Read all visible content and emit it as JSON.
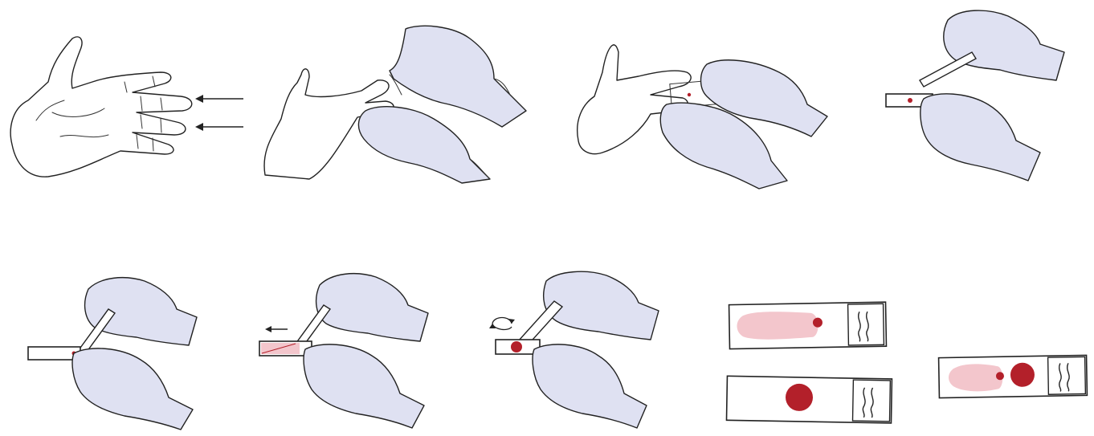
{
  "figure": {
    "description_steps": [
      "finger-selection",
      "finger-prick",
      "blood-drop-on-slide",
      "slide-with-drop",
      "spreader-contact",
      "spreading-thin-smear",
      "spreading-thick-smear",
      "finished-slides",
      "combined-slide"
    ]
  },
  "colors": {
    "glove": "#dfe1f2",
    "blood": "#b3202a",
    "smear": "#f3c6cc",
    "line": "#222222"
  },
  "icons": {
    "arrow": "left-arrow-icon",
    "rotate": "rotate-arrows-icon"
  }
}
